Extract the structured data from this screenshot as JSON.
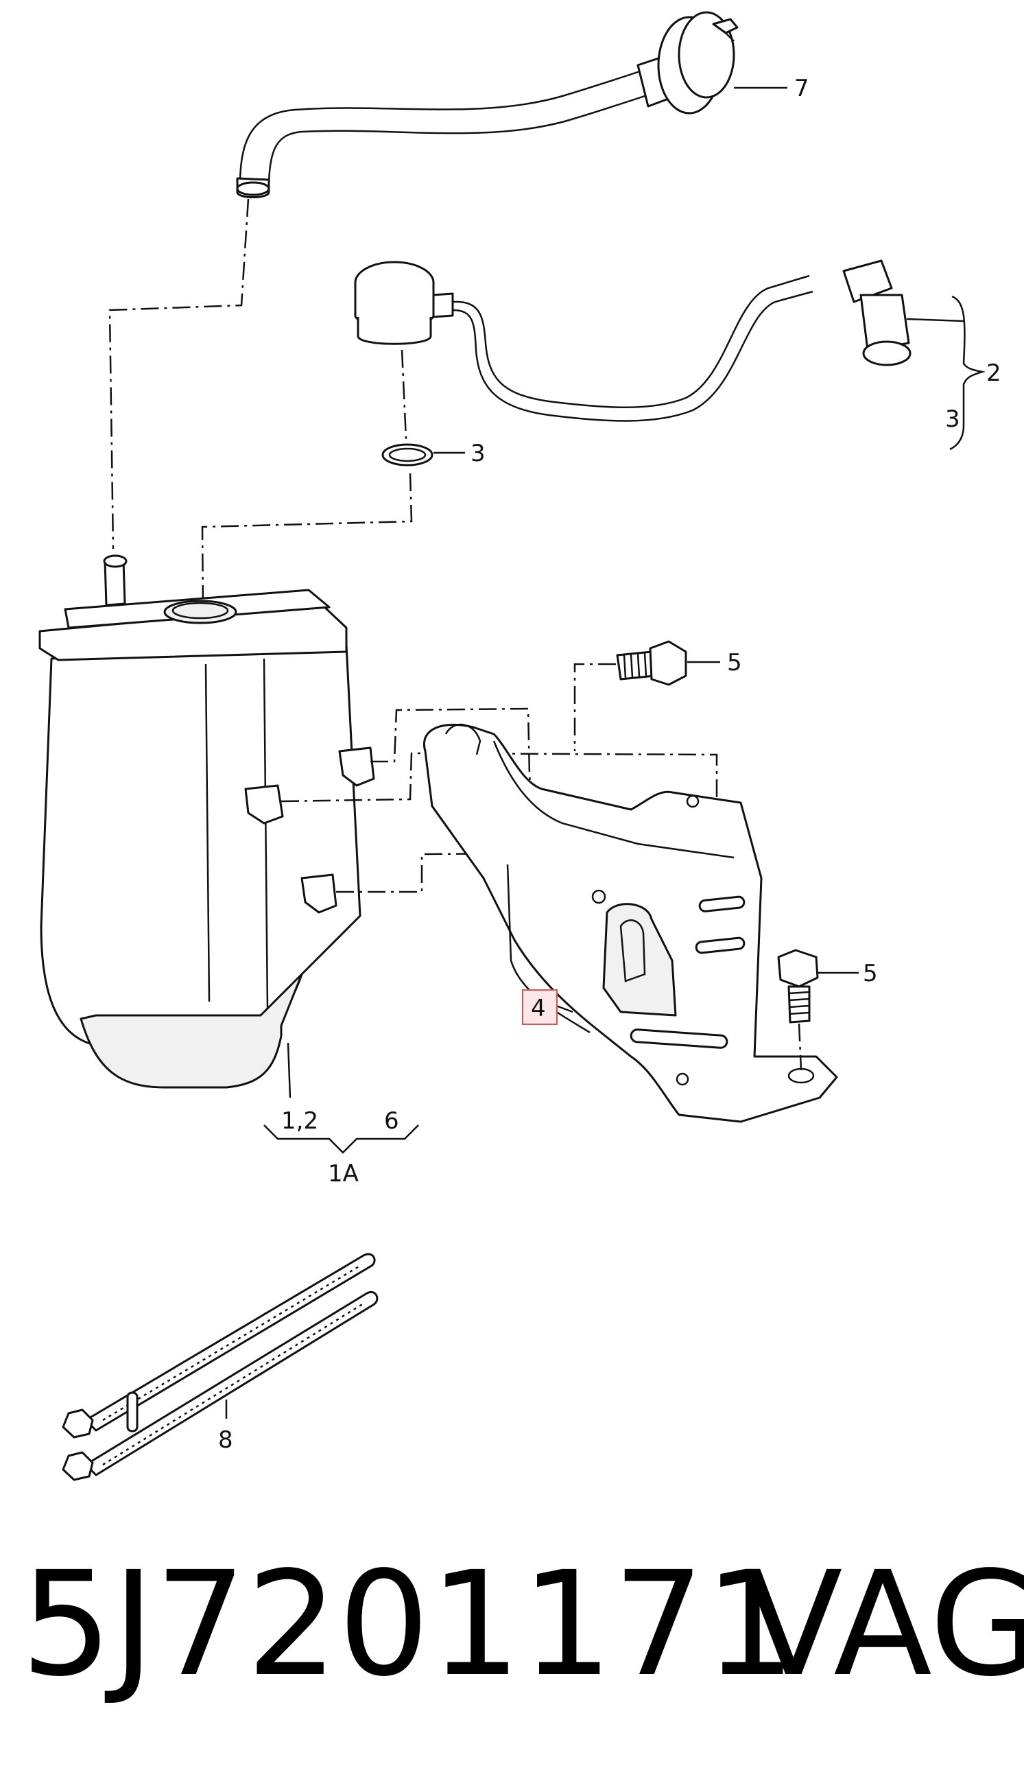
{
  "callouts": {
    "c7": "7",
    "c2": "2",
    "c3_right": "3",
    "c3_ring": "3",
    "c5_top": "5",
    "c5_right": "5",
    "c4": "4",
    "c12": "1,2",
    "c6": "6",
    "c1a": "1A",
    "c8": "8"
  },
  "footer": {
    "part_number": "5J7201171",
    "brand": "VAG"
  },
  "colors": {
    "highlight_fill": "#fde7ea",
    "highlight_border": "#d9534f"
  }
}
